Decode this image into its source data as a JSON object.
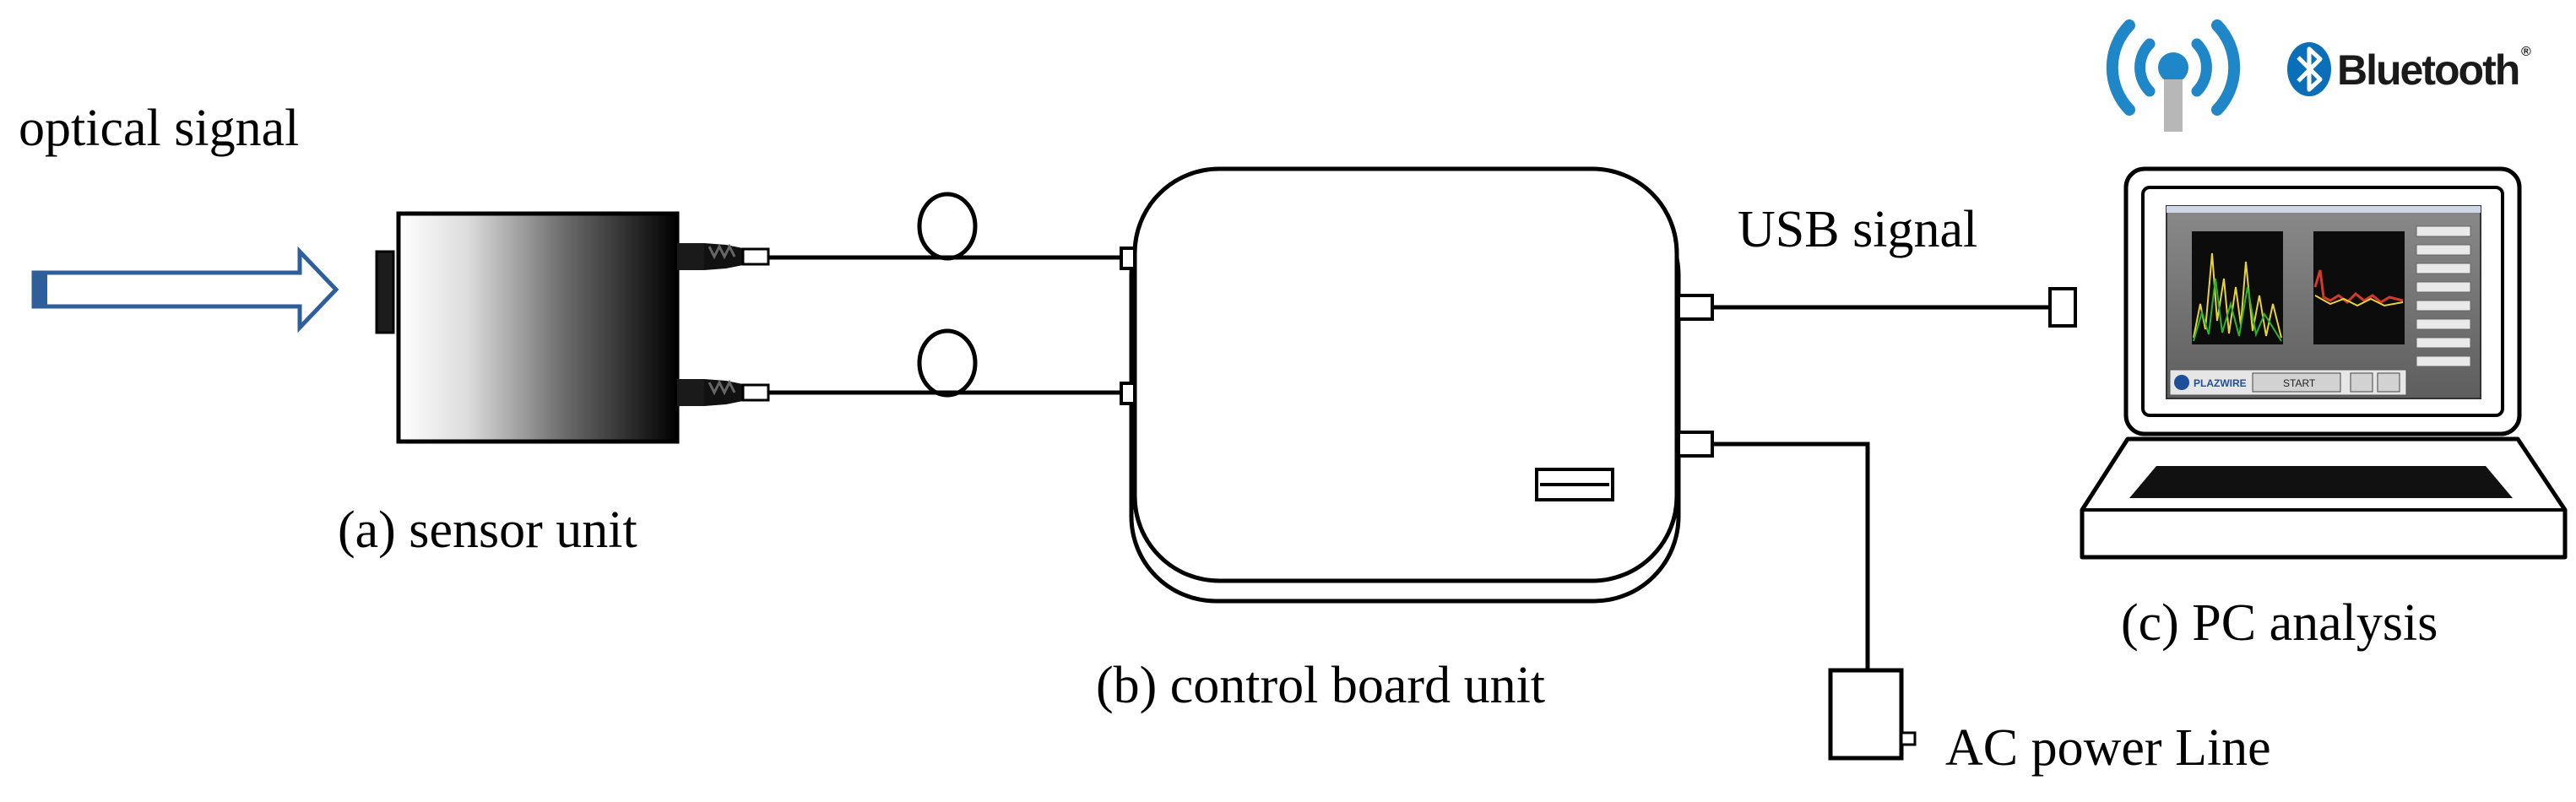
{
  "labels": {
    "optical_signal": "optical signal",
    "sensor_unit": "(a) sensor unit",
    "control_board_unit": "(b) control board unit",
    "usb_signal": "USB signal",
    "pc_analysis": "(c) PC analysis",
    "ac_power_line": "AC power Line"
  },
  "logos": {
    "bluetooth": "Bluetooth",
    "bluetooth_mark": "®"
  },
  "screen": {
    "brand": "PLAZWIRE",
    "start_button": "START"
  },
  "colors": {
    "arrow_outline": "#2f5f9a",
    "wifi_blue": "#1f86c8",
    "bluetooth_blue": "#0a6fb8",
    "screen_green": "#2ab52a",
    "screen_trace_yellow": "#e8d23a",
    "screen_trace_red": "#d43a2a"
  }
}
